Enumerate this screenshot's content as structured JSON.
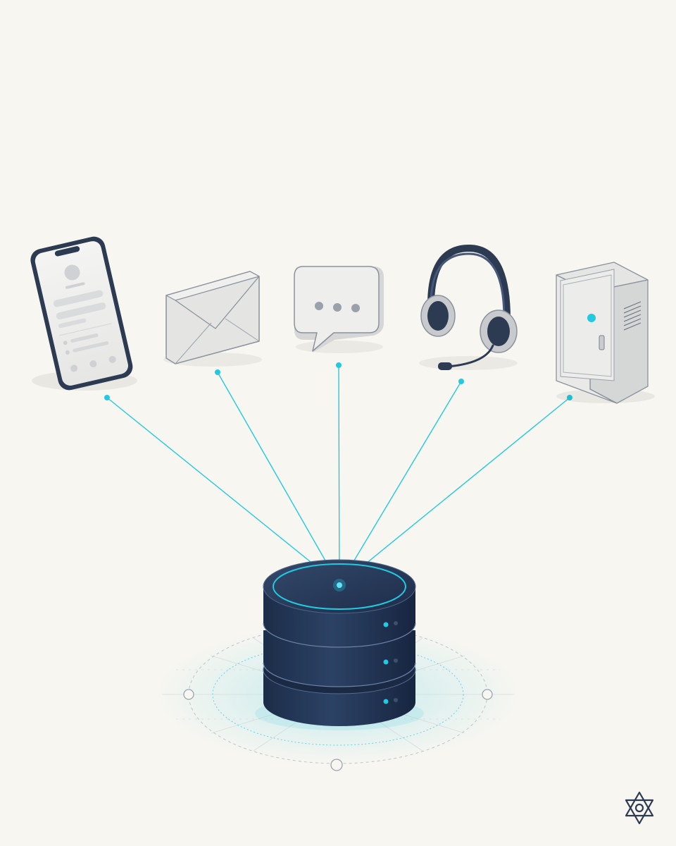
{
  "diagram": {
    "sources": [
      {
        "id": "mobile-app",
        "icon": "smartphone-icon"
      },
      {
        "id": "email",
        "icon": "envelope-icon"
      },
      {
        "id": "chat",
        "icon": "chat-bubble-icon"
      },
      {
        "id": "call-center",
        "icon": "headset-icon"
      },
      {
        "id": "device",
        "icon": "cabinet-icon"
      }
    ],
    "hub": {
      "icon": "database-server-icon",
      "tiers": 3
    },
    "connections": [
      "mobile-app",
      "email",
      "chat",
      "call-center",
      "device"
    ],
    "corner_logo": {
      "icon": "flower-logo-icon"
    }
  },
  "colors": {
    "background": "#f8f6f1",
    "connector": "#22c9e0",
    "server_body": "#233757",
    "server_dark": "#16243b",
    "server_light": "#33496b",
    "device_frame": "#2c3b52",
    "device_face": "#eeeeec",
    "grid_line": "#c9ccd0"
  }
}
